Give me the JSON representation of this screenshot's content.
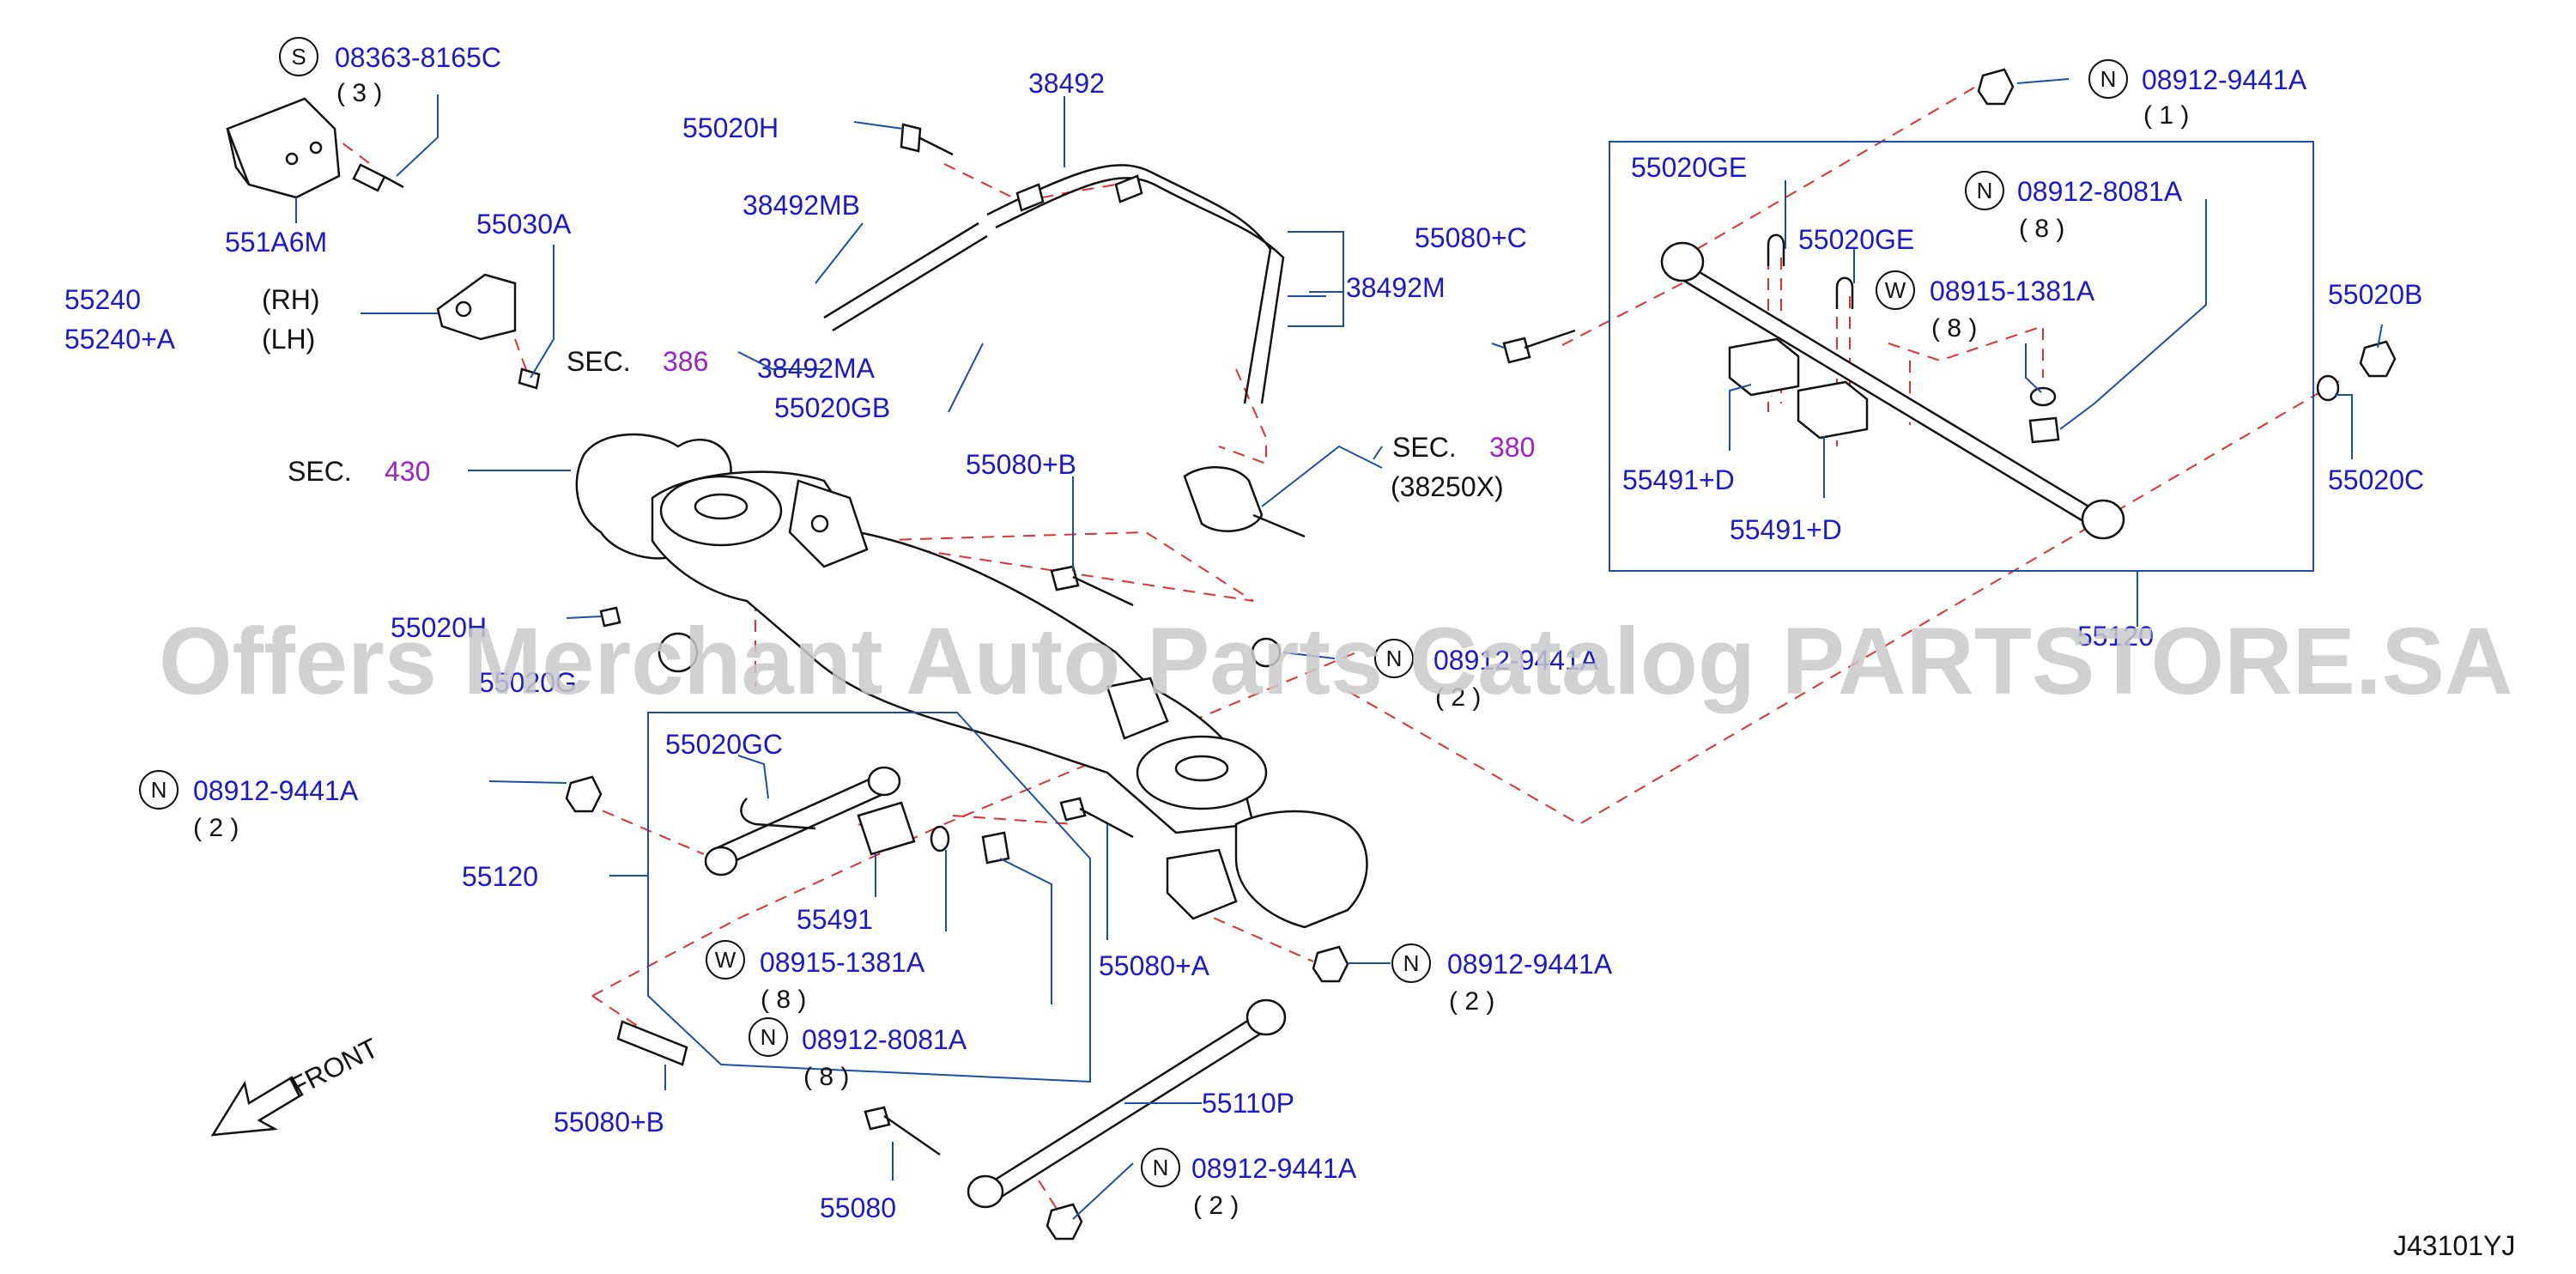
{
  "watermark": "Offers Merchant Auto Parts Catalog PARTSTORE.SA",
  "diagram_code": "J43101YJ",
  "front_label": "FRONT",
  "labels": {
    "p08363": "08363-8165C",
    "q3": "( 3 )",
    "p551A6M": "551A6M",
    "p55030A": "55030A",
    "p55240": "55240",
    "p55240A": "55240+A",
    "rh": "(RH)",
    "lh": "(LH)",
    "sec386_text": "SEC.",
    "sec386_num": "386",
    "p55020H_top": "55020H",
    "p38492": "38492",
    "p38492MB": "38492MB",
    "p38492MA": "38492MA",
    "p55020GB": "55020GB",
    "p38492M": "38492M",
    "p55080C": "55080+C",
    "sec380_text": "SEC.",
    "sec380_num": "380",
    "p38250X": "(38250X)",
    "sec430_text": "SEC.",
    "sec430_num": "430",
    "p55080B_top": "55080+B",
    "p55020H_mid": "55020H",
    "p55020G": "55020G",
    "p08912_9441A_mid": "08912-9441A",
    "q2_mid": "( 2 )",
    "p55020GC": "55020GC",
    "p08912_9441A_left": "08912-9441A",
    "q2_left": "( 2 )",
    "p55120": "55120",
    "p55491": "55491",
    "p08915_1381A_left": "08915-1381A",
    "q8_w_left": "( 8 )",
    "p08912_8081A_left": "08912-8081A",
    "q8_n_left": "( 8 )",
    "p55080A": "55080+A",
    "p08912_9441A_right": "08912-9441A",
    "q2_right": "( 2 )",
    "p55080B_bot": "55080+B",
    "p55110P": "55110P",
    "p55080": "55080",
    "p08912_9441A_bot": "08912-9441A",
    "q2_bot": "( 2 )",
    "p08912_9441A_top": "08912-9441A",
    "q1_top": "( 1 )",
    "p55020GE_a": "55020GE",
    "p55020GE_b": "55020GE",
    "p08912_8081A_right": "08912-8081A",
    "q8_n_right": "( 8 )",
    "p08915_1381A_right": "08915-1381A",
    "q8_w_right": "( 8 )",
    "p55020B": "55020B",
    "p55020C": "55020C",
    "p55491D_a": "55491+D",
    "p55491D_b": "55491+D",
    "p55120_right": "55120"
  },
  "circle_letters": {
    "s": "S",
    "n": "N",
    "w": "W"
  },
  "colors": {
    "part_number": "#1a1acc",
    "section_ref": "#9b21c9",
    "leader": "#1a4fa8",
    "dashed_guide": "#e03030",
    "ink": "#111111",
    "watermark": "#c9c9c9"
  }
}
